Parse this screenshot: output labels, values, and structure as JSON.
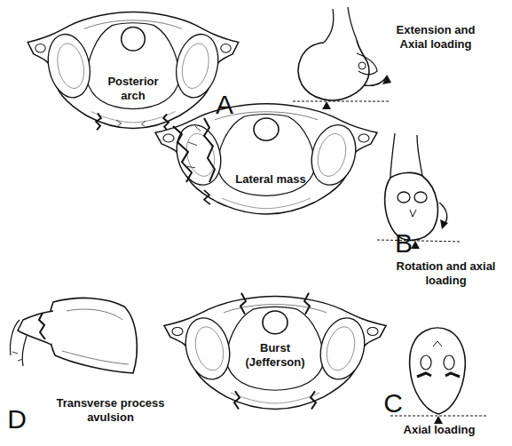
{
  "diagram": {
    "labels": [
      "Posterior arch",
      "A",
      "Extension and Axial loading",
      "Lateral mass",
      "B",
      "Rotation and axial loading",
      "Burst (Jefferson)",
      "C",
      "Axial loading",
      "D",
      "Transverse process avulsion"
    ]
  }
}
